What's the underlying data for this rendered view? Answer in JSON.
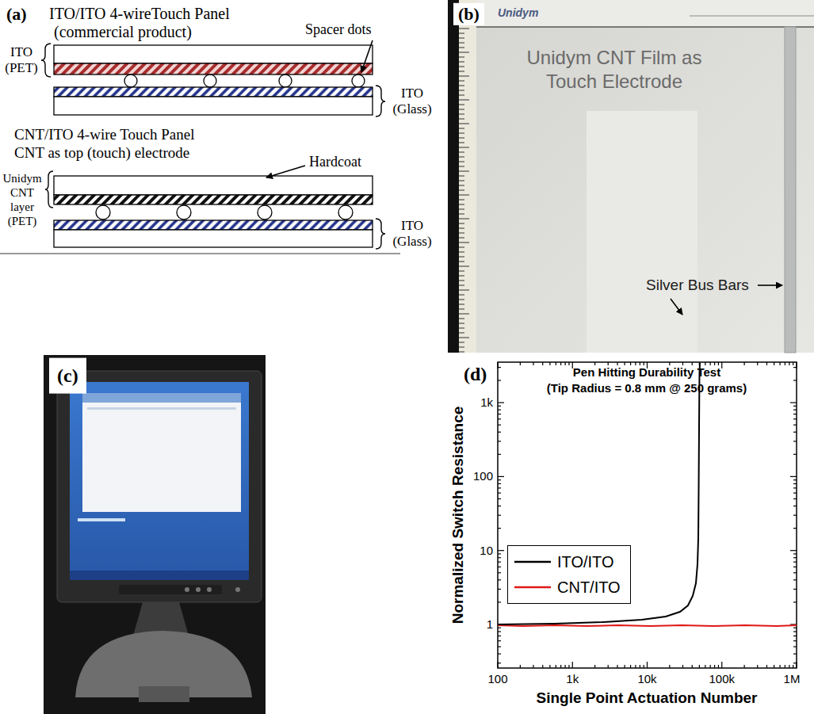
{
  "diagram": {
    "labels": [
      "(a)",
      "ITO/ITO 4-wireTouch Panel",
      "(commercial product)",
      "Spacer dots",
      "ITO (PET)",
      "ITO (Glass)",
      "CNT/ITO 4-wire Touch Panel",
      "CNT as top (touch) electrode",
      "Hardcoat",
      "Unidym CNT layer (PET)",
      "ITO (Glass)",
      "(b)",
      "Unidym",
      "Unidym CNT Film as Touch Electrode",
      "Silver Bus Bars",
      "(c)",
      "(d)",
      "Pen Hitting Durability Test",
      "(Tip Radius = 0.8 mm @ 250 grams)",
      "1k",
      "100",
      "10",
      "1",
      "100",
      "1k",
      "10k",
      "100k",
      "1M",
      "Normalized Switch Resistance",
      "Single Point Actuation Number"
    ],
    "legend": [
      {
        "text": "ITO/ITO"
      },
      {
        "text": "CNT/ITO"
      }
    ]
  }
}
